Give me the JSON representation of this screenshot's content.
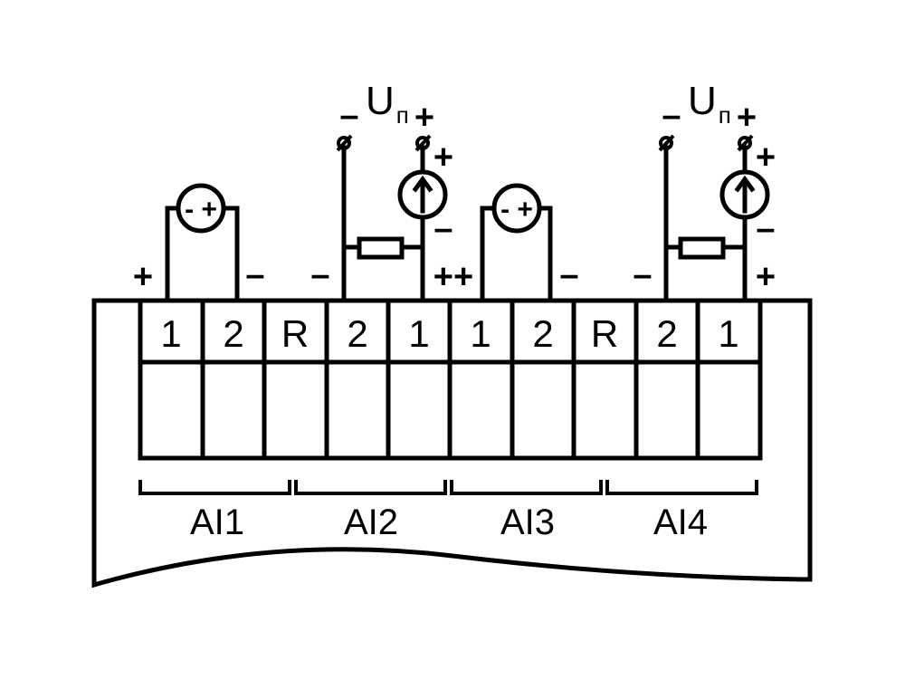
{
  "terminals": [
    "1",
    "2",
    "R",
    "2",
    "1",
    "1",
    "2",
    "R",
    "2",
    "1"
  ],
  "groups": [
    "AI1",
    "AI2",
    "AI3",
    "AI4"
  ],
  "signs": {
    "plus": "+",
    "minus": "–",
    "double_plus": "++"
  },
  "source_symbol": "- +",
  "supply": {
    "letter": "U",
    "subscript": "п"
  }
}
